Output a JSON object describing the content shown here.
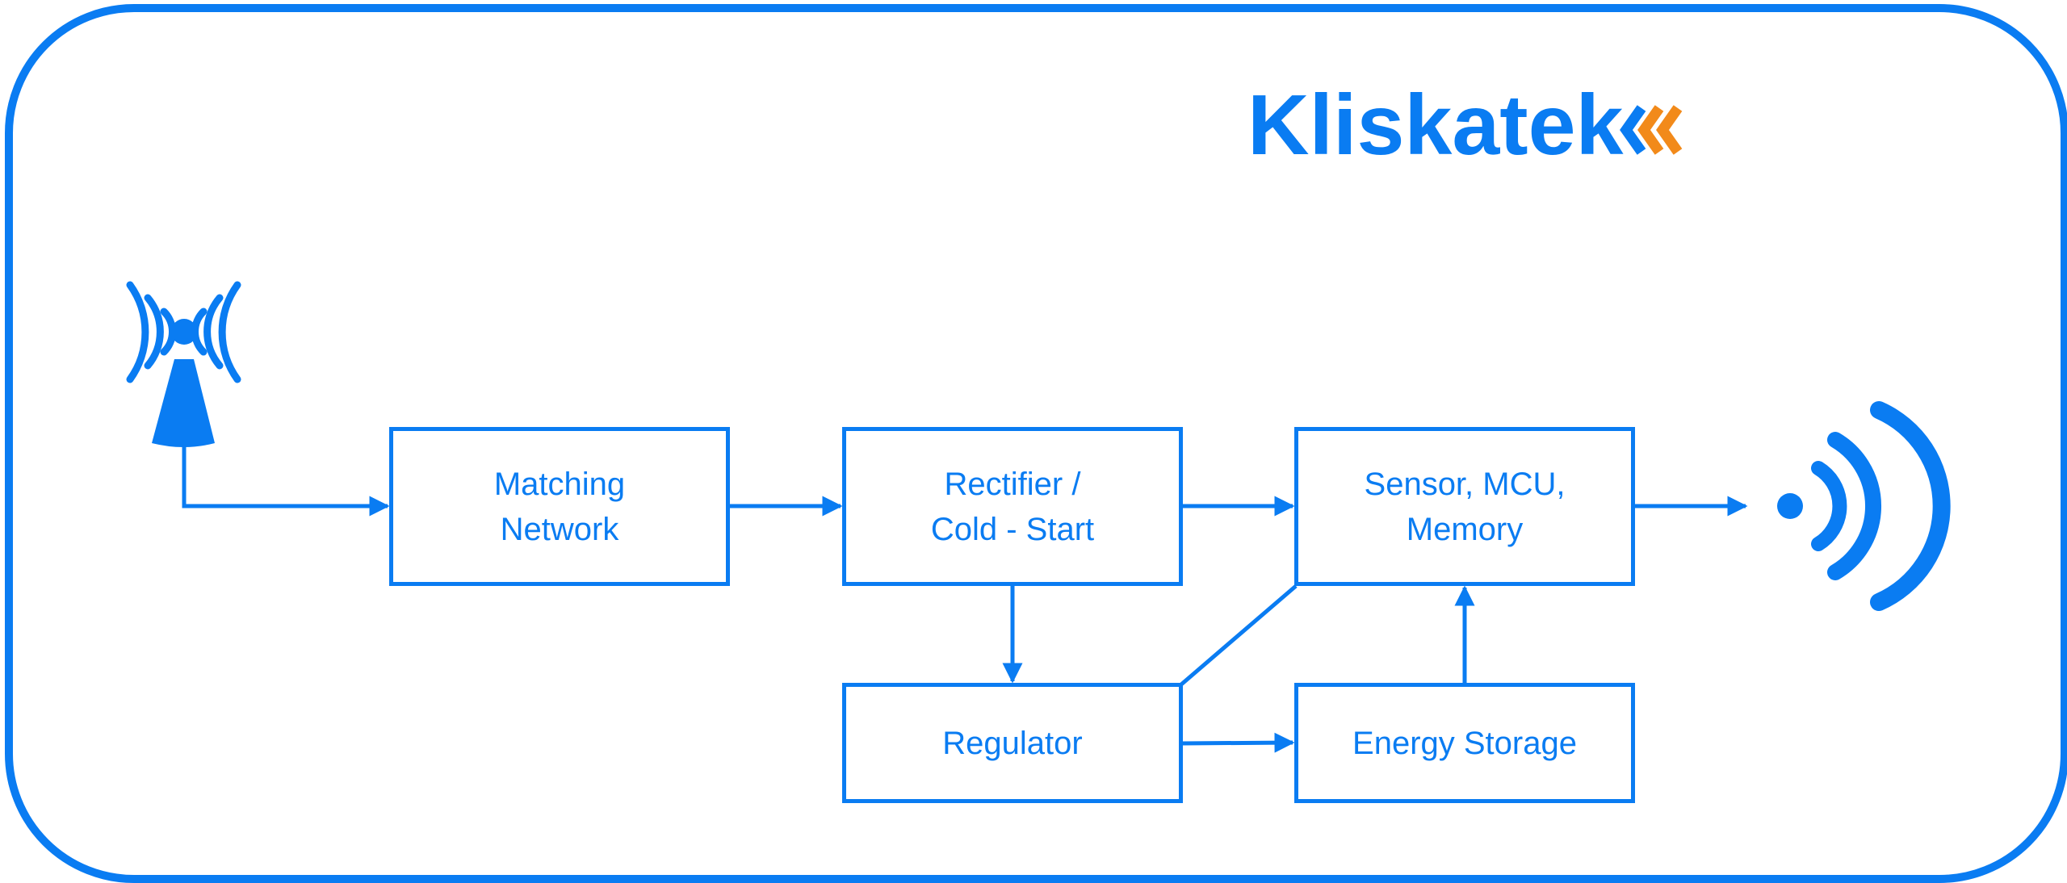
{
  "brand": {
    "name": "Kliskatek",
    "logo_colors": {
      "primary": "#0A7CF2",
      "accent": "#F28A1A"
    }
  },
  "colors": {
    "line": "#0A7CF2",
    "background": "#FFFFFF"
  },
  "icons": {
    "left": "transmitting-antenna-icon",
    "right": "wireless-signal-icon"
  },
  "blocks": {
    "matching": "Matching\nNetwork",
    "rectifier": "Rectifier /\nCold - Start",
    "sensor": "Sensor, MCU,\nMemory",
    "regulator": "Regulator",
    "storage": "Energy Storage"
  },
  "connections": [
    {
      "from": "antenna",
      "to": "matching"
    },
    {
      "from": "matching",
      "to": "rectifier"
    },
    {
      "from": "rectifier",
      "to": "sensor"
    },
    {
      "from": "rectifier",
      "to": "regulator"
    },
    {
      "from": "regulator",
      "to": "storage"
    },
    {
      "from": "storage",
      "to": "sensor"
    },
    {
      "from": "regulator",
      "to": "sensor",
      "arrow": false
    },
    {
      "from": "sensor",
      "to": "wireless-output"
    }
  ]
}
